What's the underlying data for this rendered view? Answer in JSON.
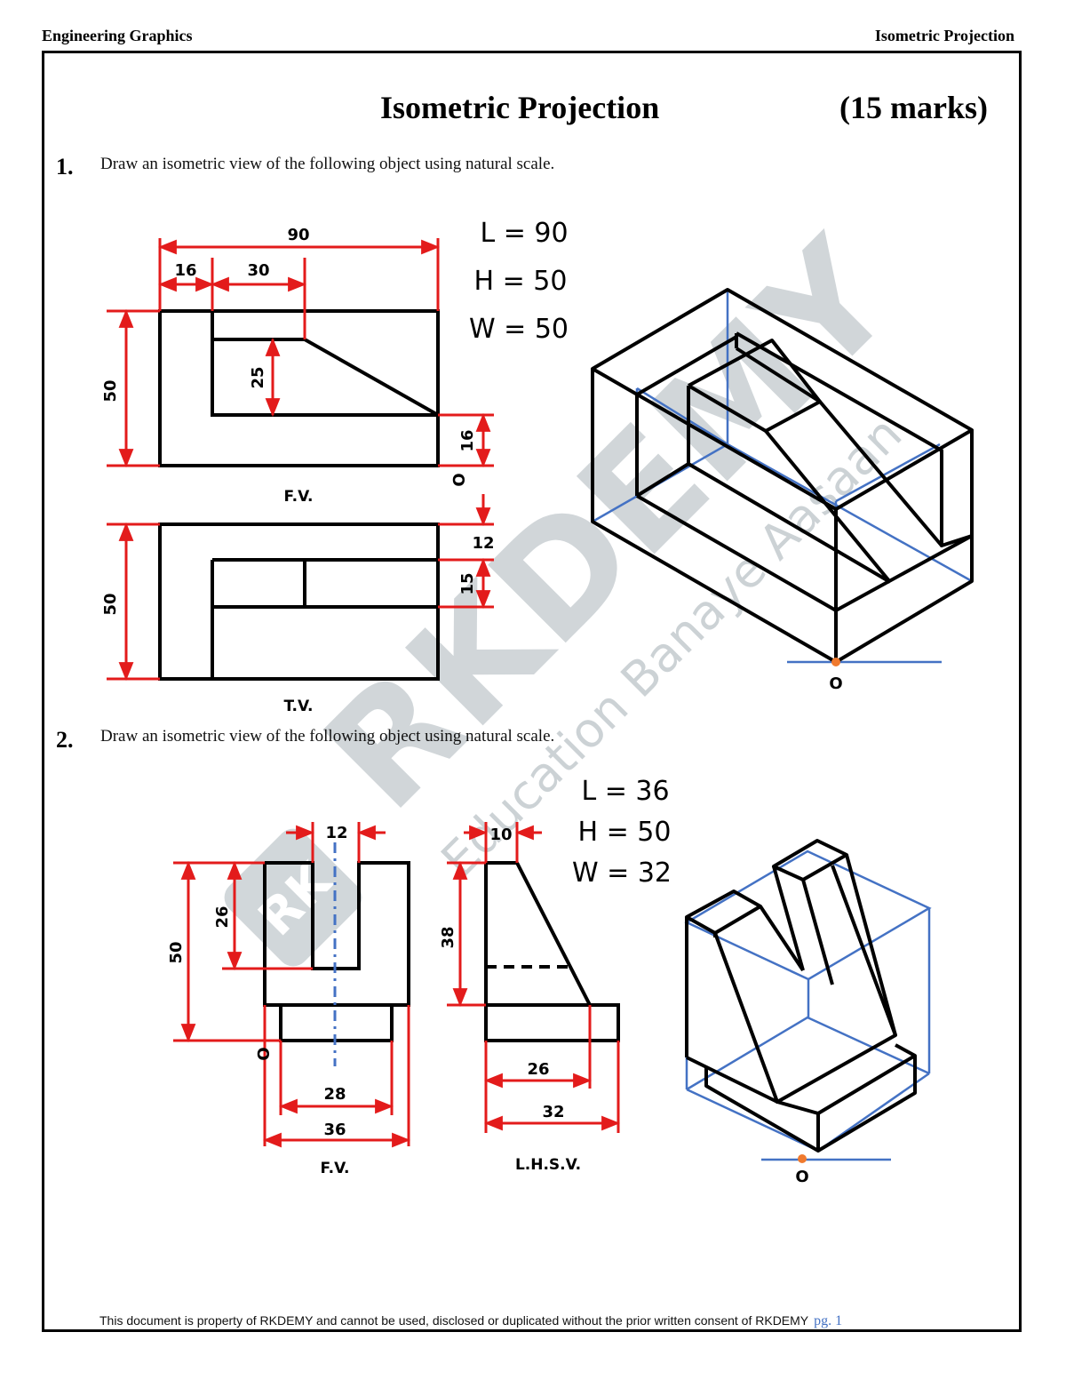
{
  "header": {
    "left": "Engineering Graphics",
    "right": "Isometric Projection"
  },
  "title": "Isometric Projection",
  "marks": "(15 marks)",
  "questions": [
    {
      "number": "1.",
      "text": "Draw an isometric view of the following object using natural scale.",
      "params": [
        "L = 90",
        "H = 50",
        "W = 50"
      ],
      "dims": {
        "d90": "90",
        "d16": "16",
        "d30": "30",
        "d25": "25",
        "d50a": "50",
        "d16b": "16",
        "d50b": "50",
        "d12": "12",
        "d15": "15"
      },
      "labels": {
        "fv": "F.V.",
        "tv": "T.V.",
        "origin_fv": "O",
        "origin_iso": "O"
      }
    },
    {
      "number": "2.",
      "text": "Draw an isometric view of the following object using natural scale.",
      "params": [
        "L = 36",
        "H = 50",
        "W = 32"
      ],
      "dims": {
        "d12": "12",
        "d10": "10",
        "d26a": "26",
        "d50": "50",
        "d38": "38",
        "d28": "28",
        "d36": "36",
        "d26b": "26",
        "d32": "32"
      },
      "labels": {
        "fv": "F.V.",
        "lhsv": "L.H.S.V.",
        "origin_fv": "O",
        "origin_iso": "O"
      }
    }
  ],
  "watermark": {
    "brand": "RKDEMY",
    "tagline": "Education Banaye Aasaan",
    "logo": "RK"
  },
  "footer": {
    "text": "This document is property of RKDEMY and cannot be used, disclosed or duplicated without the prior written consent of RKDEMY",
    "page": "pg. 1"
  },
  "colors": {
    "dimension": "#e31b1b",
    "construction": "#4472c4",
    "origin_dot": "#f07a2e",
    "watermark": "#9aa6ad"
  }
}
